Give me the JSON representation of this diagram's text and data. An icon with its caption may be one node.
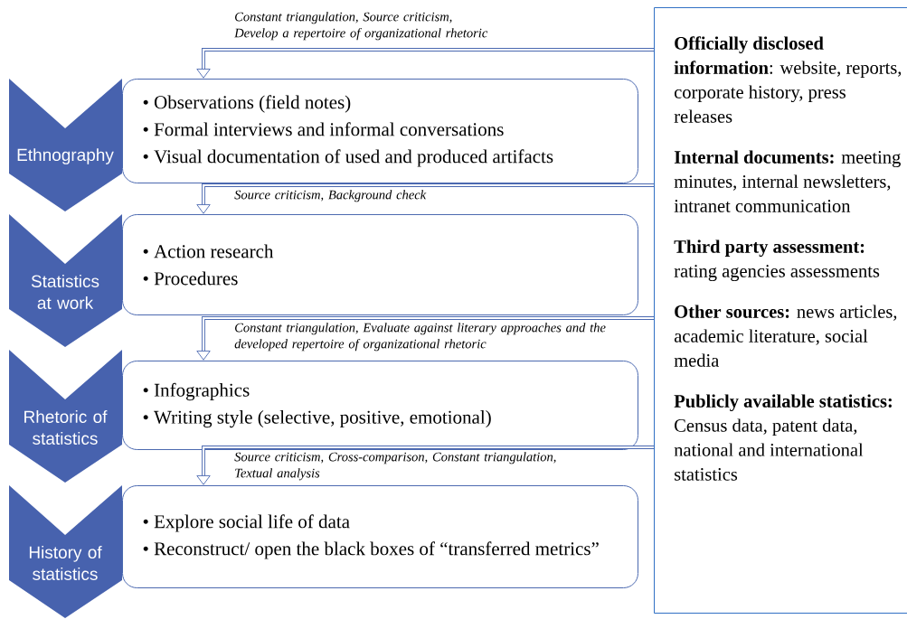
{
  "diagram": {
    "nodes": [
      {
        "text": [
          "Ethnography"
        ]
      },
      {
        "text": [
          "• Observations (field notes)",
          "• Formal interviews and informal conversations",
          "• Visual documentation of used and produced artifacts"
        ]
      },
      {
        "text": [
          "Statistics at work"
        ]
      },
      {
        "text": [
          "• Action research",
          "• Procedures"
        ]
      },
      {
        "text": [
          "Rhetoric of statistics"
        ]
      },
      {
        "text": [
          "• Infographics",
          "• Writing style (selective, positive, emotional)"
        ]
      },
      {
        "text": [
          "History of statistics"
        ]
      },
      {
        "text": [
          "• Explore social life of data",
          "• Reconstruct/ open the black boxes of “transferred metrics”"
        ]
      },
      {
        "text": [
          "**Officially disclosed information**: website, reports, corporate history, press releases",
          "**Internal documents:** meeting minutes, internal newsletters, intranet communication",
          "**Third party assessment:** rating agencies assessments",
          "**Other sources:** news articles, academic literature, social media",
          "**Publicly available statistics:** Census data, patent data, national and international statistics"
        ]
      }
    ],
    "edges": [
      {
        "from": 8,
        "to": 1,
        "arrow": "to",
        "label": "Constant triangulation, Source criticism, Develop a repertoire of organizational rhetoric"
      },
      {
        "from": 8,
        "to": 3,
        "arrow": "to",
        "label": "Source criticism, Background check"
      },
      {
        "from": 8,
        "to": 5,
        "arrow": "to",
        "label": "Constant triangulation, Evaluate against literary approaches and the developed repertoire of organizational rhetoric"
      },
      {
        "from": 8,
        "to": 7,
        "arrow": "to",
        "label": "Source criticism, Cross-comparison, Constant triangulation, Textual analysis"
      }
    ]
  }
}
